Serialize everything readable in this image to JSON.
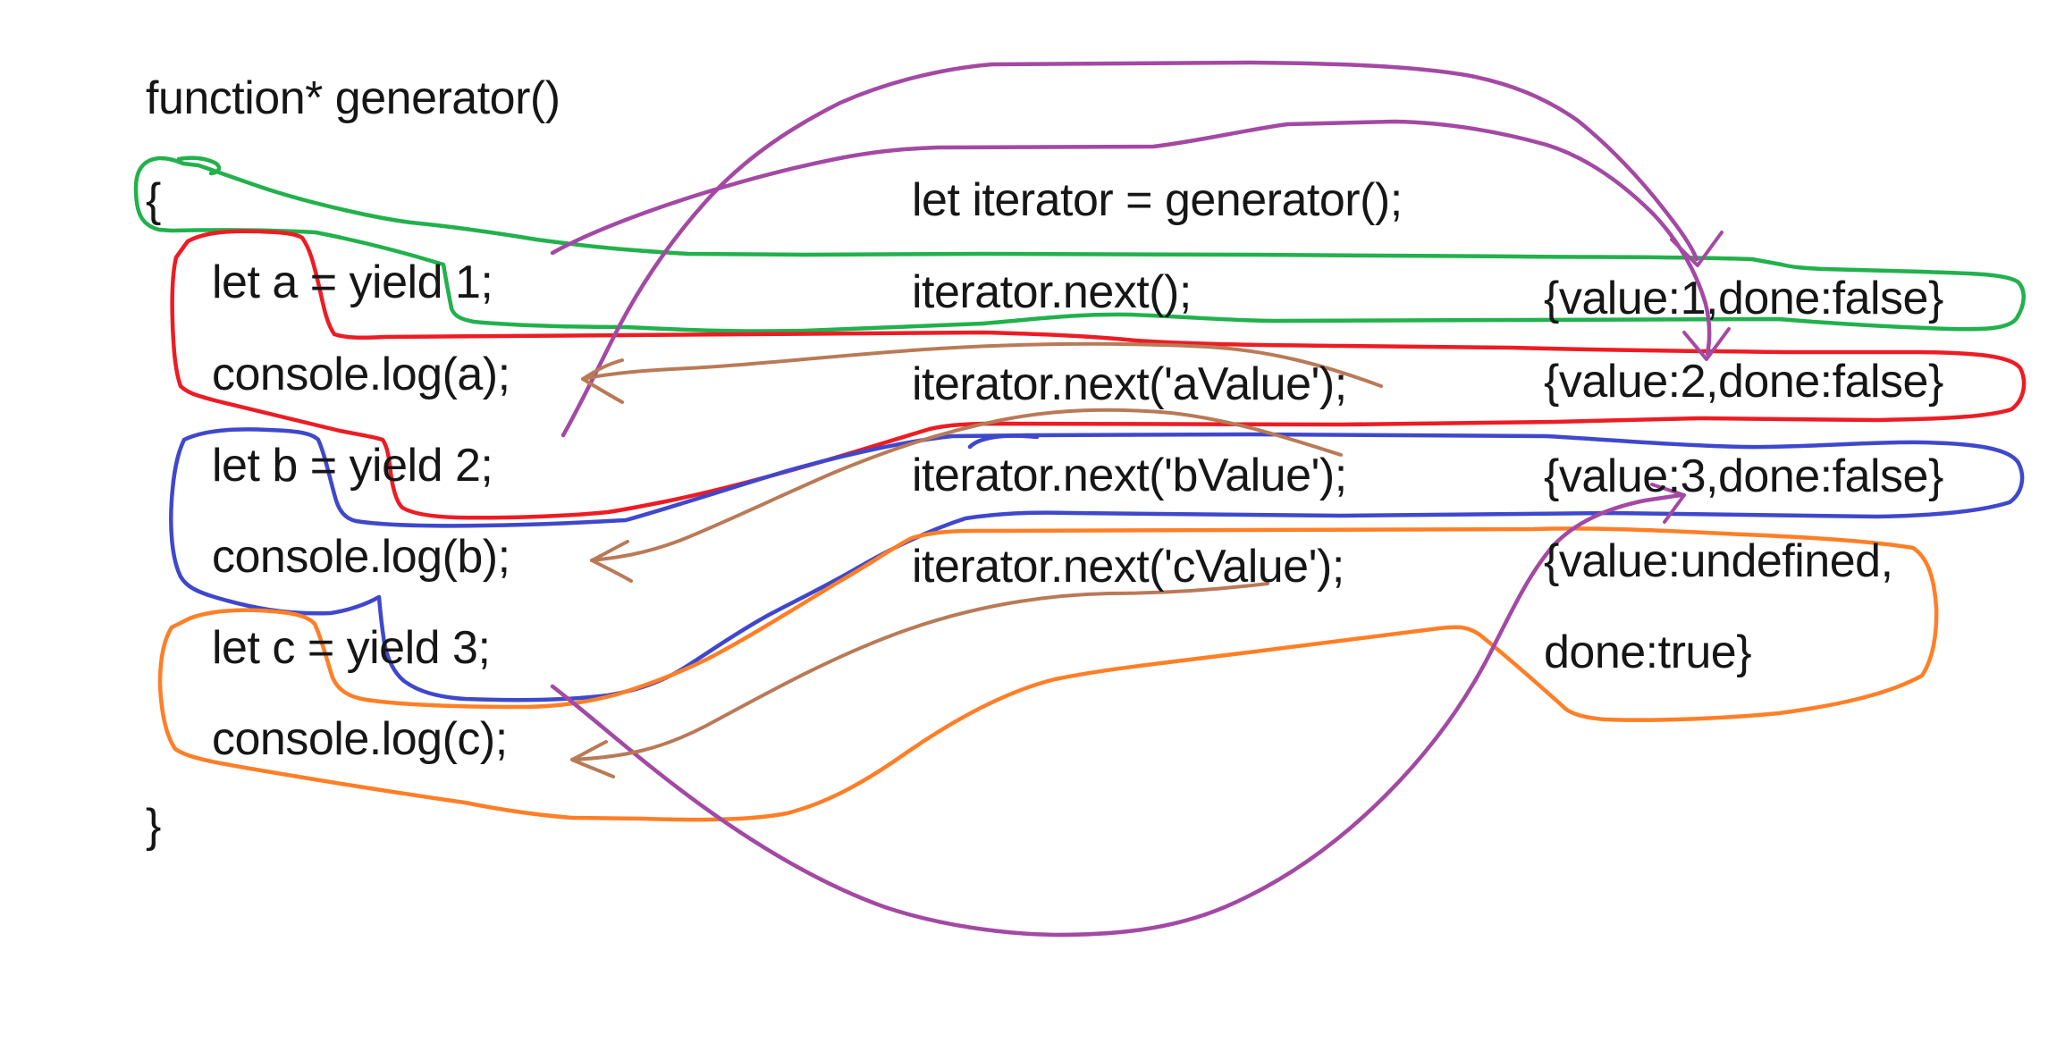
{
  "title": "generator-iteration-diagram",
  "colors": {
    "green": "#22B14C",
    "red": "#ED1C24",
    "blue": "#3F48CC",
    "orange": "#FF7F27",
    "purple": "#A349A4",
    "brown": "#B97A57",
    "text": "#161616"
  },
  "generator_code": {
    "header": "function* generator()",
    "open_brace": "{",
    "lines": [
      "let a = yield 1;",
      "console.log(a);",
      "let b = yield 2;",
      "console.log(b);",
      "let c = yield 3;",
      "console.log(c);"
    ],
    "close_brace": "}"
  },
  "iterator_code": {
    "lines": [
      "let iterator = generator();",
      "iterator.next();",
      "iterator.next('aValue');",
      "iterator.next('bValue');",
      "iterator.next('cValue');"
    ]
  },
  "results": {
    "lines": [
      "{value:1,done:false}",
      "{value:2,done:false}",
      "{value:3,done:false}",
      "{value:undefined,",
      "done:true}"
    ]
  }
}
